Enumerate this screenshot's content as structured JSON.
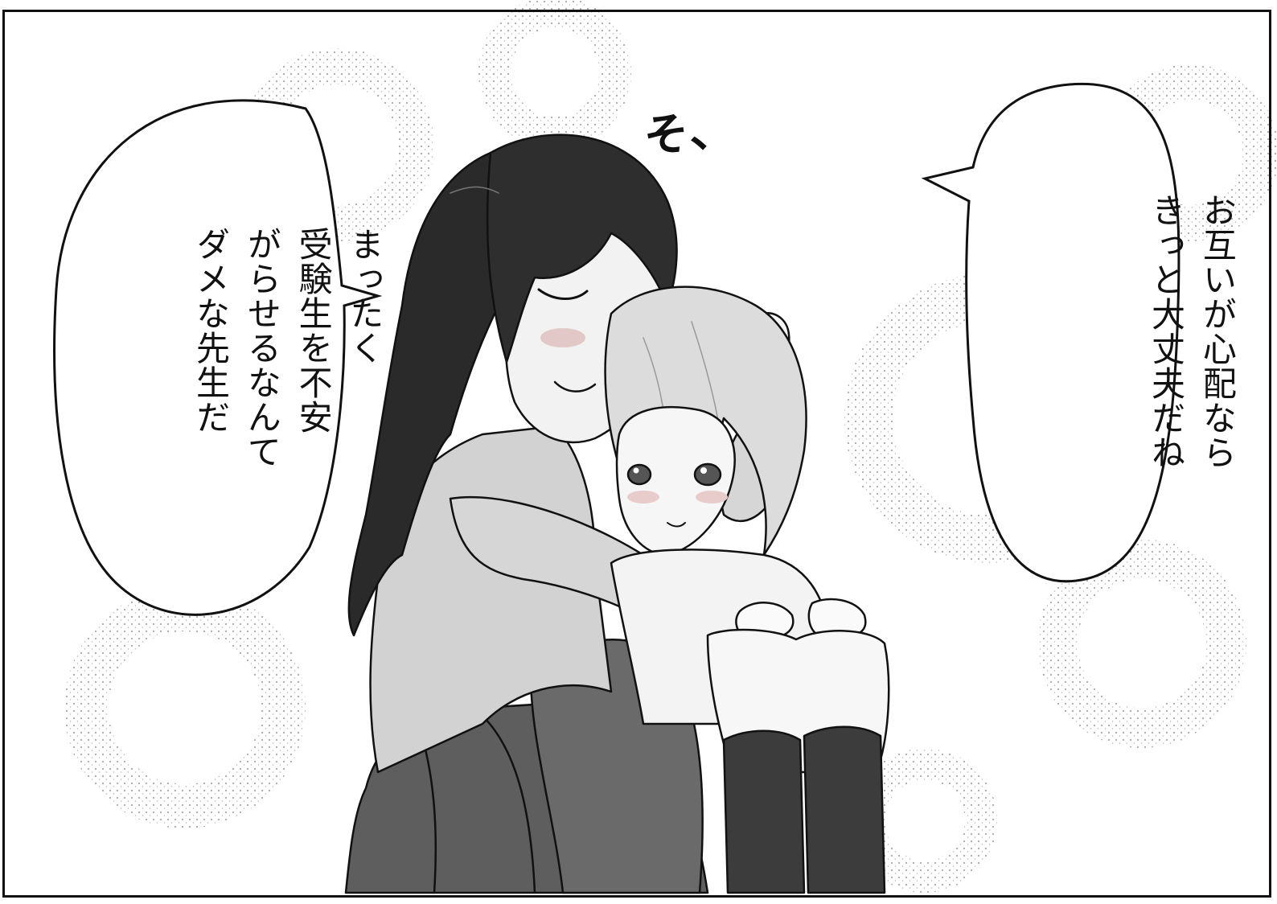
{
  "scene": {
    "background_color": "#ffffff",
    "border_color": "#111111",
    "tone_color": "#9a9a9a",
    "description_icon": "manga-panel"
  },
  "sound_effect": {
    "text": "そ、"
  },
  "bubble_left": {
    "lines": [
      "まったく",
      "受験生を不安",
      "がらせるなんて",
      "ダメな先生だ"
    ]
  },
  "bubble_right": {
    "lines": [
      "お互いが心配なら",
      "きっと大丈夫だね"
    ]
  },
  "characters": [
    {
      "name": "teacher",
      "hair_color": "#2b2b2b",
      "cardigan_color": "#d4d4d4",
      "skirt_color": "#5a5a5a"
    },
    {
      "name": "student",
      "hair_color": "#d9d9d9",
      "uniform_color": "#f4f4f4",
      "sock_color": "#3a3a3a"
    }
  ]
}
